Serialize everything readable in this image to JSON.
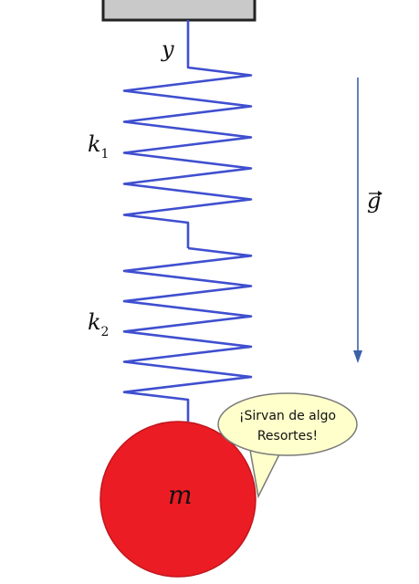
{
  "labels": {
    "displacement": "y",
    "spring1_symbol": "k",
    "spring1_sub": "1",
    "spring2_symbol": "k",
    "spring2_sub": "2",
    "gravity": "g",
    "mass": "m"
  },
  "speech_bubble": {
    "line1": "¡Sirvan de algo",
    "line2": "Resortes!"
  },
  "colors": {
    "support_fill": "#c9c9c9",
    "support_stroke": "#222222",
    "spring": "#3f4fcf",
    "gravity_arrow": "#3a62a8",
    "mass_fill": "#ec1c24",
    "mass_stroke": "#c0161d",
    "bubble_fill": "#ffffcc",
    "bubble_stroke": "#7a7a7a"
  }
}
